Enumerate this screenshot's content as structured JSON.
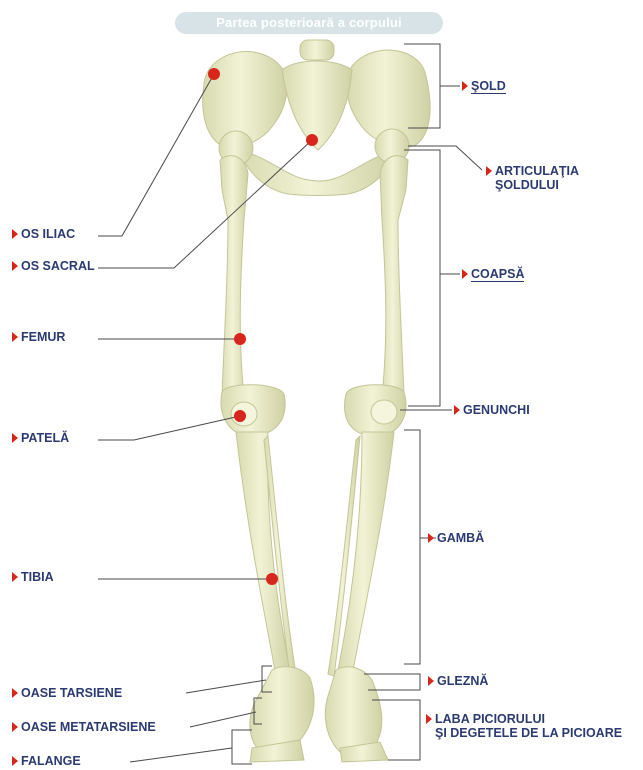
{
  "title": "Partea posterioară a corpului",
  "colors": {
    "label_text": "#2c3a72",
    "marker": "#d9261c",
    "bone": "#ecedc8",
    "bone_outline": "#c9cb9c",
    "leader": "#4a4a4a"
  },
  "labels_left": {
    "os_iliac": "OS ILIAC",
    "os_sacral": "OS SACRAL",
    "femur": "FEMUR",
    "patela": "PATELĂ",
    "tibia": "TIBIA",
    "oase_tarsiene": "OASE TARSIENE",
    "oase_metatarsiene": "OASE METATARSIENE",
    "falange": "FALANGE"
  },
  "labels_right": {
    "sold": "ŞOLD",
    "articulatia_line1": "ARTICULAŢIA",
    "articulatia_line2": "ŞOLDULUI",
    "coapsa": "COAPSĂ",
    "genunchi": "GENUNCHI",
    "gamba": "GAMBĂ",
    "glezna": "GLEZNĂ",
    "laba_line1": "LABA PICIORULUI",
    "laba_line2": "ŞI DEGETELE DE LA PICIOARE"
  }
}
